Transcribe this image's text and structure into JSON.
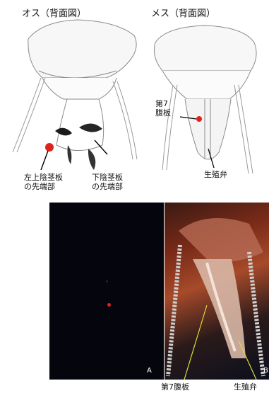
{
  "figure": {
    "male": {
      "title": "オス（背面図）",
      "label_left": [
        "左上陰茎板",
        "の先端部"
      ],
      "label_right": [
        "下陰茎板",
        "の先端部"
      ]
    },
    "female": {
      "title": "メス（背面図）",
      "label_sternite": [
        "第7",
        "腹板"
      ],
      "label_valve": "生殖弁"
    },
    "photos": {
      "panel_a_letter": "A",
      "panel_b_letter": "B",
      "caption_left": "第7腹板",
      "caption_right": "生殖弁"
    }
  },
  "colors": {
    "highlight_red": "#e0211c",
    "fluor_bg": "#05050d",
    "line_yellow": "#d7de3a"
  }
}
